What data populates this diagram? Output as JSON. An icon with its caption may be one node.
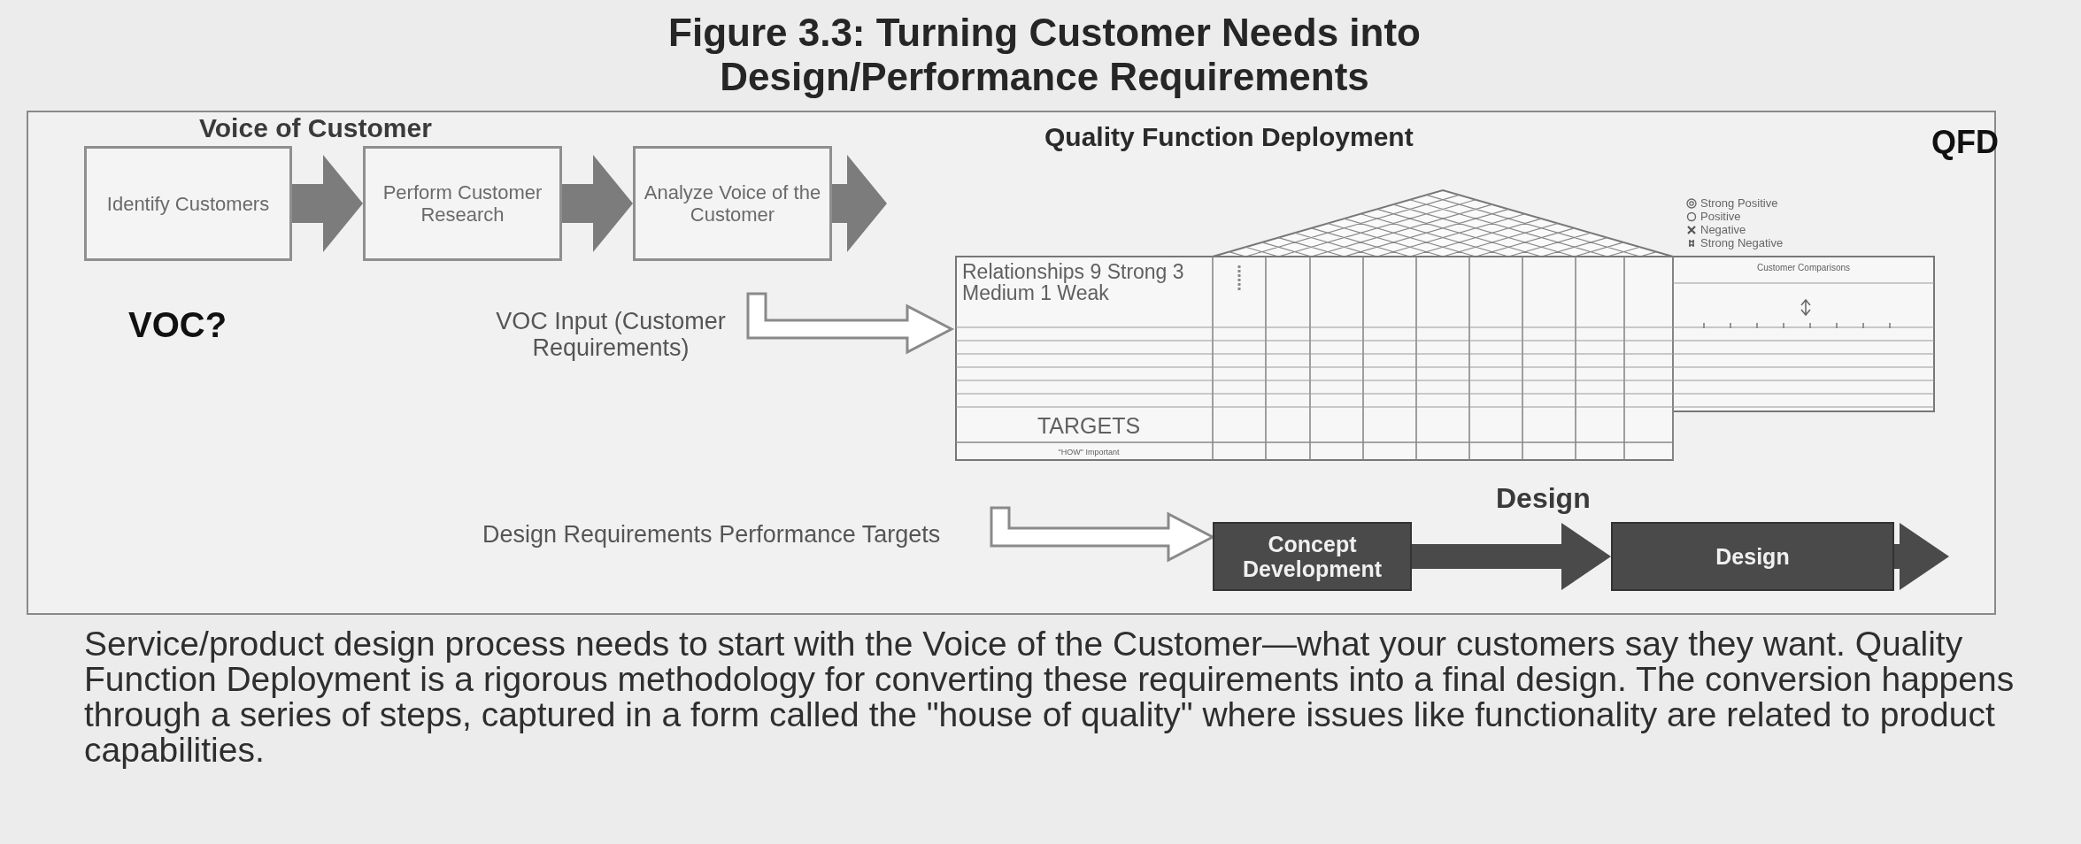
{
  "diagram": {
    "title": "Figure 3.3: Turning Customer Needs into Design/Performance Requirements",
    "caption": "Service/product design process needs to start with the Voice of the Customer—what your customers say they want. Quality Function Deployment is a rigorous methodology for converting these requirements into a final design. The conversion happens through a series of steps, captured in a form called the \"house of quality\" where issues like functionality are related to product capabilities.",
    "nodes": [
      {
        "text": [
          "Identify Customers"
        ]
      },
      {
        "text": [
          "Perform Customer Research"
        ]
      },
      {
        "text": [
          "Analyze Voice of the Customer"
        ]
      },
      {
        "text": [
          "VOC Input (Customer Requirements)"
        ]
      },
      {
        "text": [
          "Relationships 9 Strong 3 Medium 1 Weak",
          "TARGETS",
          "\"HOW\" Important",
          "Customer Comparisons"
        ]
      },
      {
        "text": [
          "Design Requirements Performance Targets"
        ]
      },
      {
        "text": [
          "Concept Development"
        ]
      },
      {
        "text": [
          "Design"
        ]
      }
    ],
    "edges": [
      {
        "from": 0,
        "to": 1,
        "arrow": "to",
        "style": "thick"
      },
      {
        "from": 1,
        "to": 2,
        "arrow": "to",
        "style": "thick"
      },
      {
        "from": 2,
        "to": null,
        "arrow": "to",
        "style": "thick"
      },
      {
        "from": 3,
        "to": 4,
        "arrow": "to"
      },
      {
        "from": 5,
        "to": 6,
        "arrow": "to"
      },
      {
        "from": 6,
        "to": 7,
        "arrow": "to",
        "style": "thick",
        "color": "#4a4a4a"
      },
      {
        "from": 7,
        "to": null,
        "arrow": "to",
        "style": "thick",
        "color": "#4a4a4a"
      }
    ],
    "labels": [
      "Voice of Customer",
      "Quality Function Deployment",
      "QFD",
      "VOC?",
      "Design"
    ],
    "legend": [
      {
        "text": "Strong Positive"
      },
      {
        "text": "Positive"
      },
      {
        "text": "Negative"
      },
      {
        "text": "Strong Negative"
      }
    ]
  }
}
